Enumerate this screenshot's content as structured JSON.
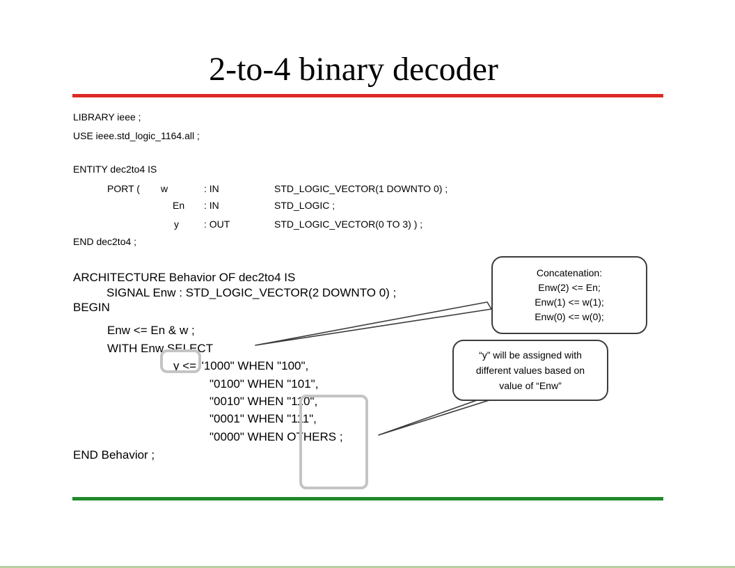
{
  "title": "2-to-4 binary decoder",
  "code": {
    "library": "LIBRARY ieee ;",
    "use": "USE ieee.std_logic_1164.all ;",
    "entity": "ENTITY dec2to4 IS",
    "ports": [
      {
        "prefix": "PORT (",
        "name": "w",
        "mode": ": IN",
        "type": "STD_LOGIC_VECTOR(1 DOWNTO 0) ;"
      },
      {
        "prefix": "",
        "name": "En",
        "mode": ": IN",
        "type": "STD_LOGIC ;"
      },
      {
        "prefix": "",
        "name": "y",
        "mode": ": OUT",
        "type": "STD_LOGIC_VECTOR(0 TO 3) ) ;"
      }
    ],
    "end_entity": "END dec2to4 ;",
    "architecture": "ARCHITECTURE Behavior OF dec2to4 IS",
    "signal": "SIGNAL Enw : STD_LOGIC_VECTOR(2 DOWNTO 0) ;",
    "begin": "BEGIN",
    "assign": "Enw <= En & w ;",
    "with_select": "WITH Enw SELECT",
    "cases": [
      "y <= \"1000\" WHEN \"100\",",
      "\"0100\" WHEN \"101\",",
      "\"0010\" WHEN \"110\",",
      "\"0001\" WHEN \"111\",",
      "\"0000\" WHEN OTHERS ;"
    ],
    "end_arch": "END Behavior ;"
  },
  "callouts": [
    {
      "lines": [
        "Concatenation:",
        "Enw(2) <= En;",
        "Enw(1)  <= w(1);",
        "Enw(0)  <= w(0);"
      ]
    },
    {
      "lines": [
        "“y” will be assigned with",
        "different values based on",
        "value of “Enw”"
      ]
    }
  ],
  "colors": {
    "top_rule": "#dd2a27",
    "bottom_rule": "#1f8a2a",
    "highlight": "#c4c4c4"
  }
}
